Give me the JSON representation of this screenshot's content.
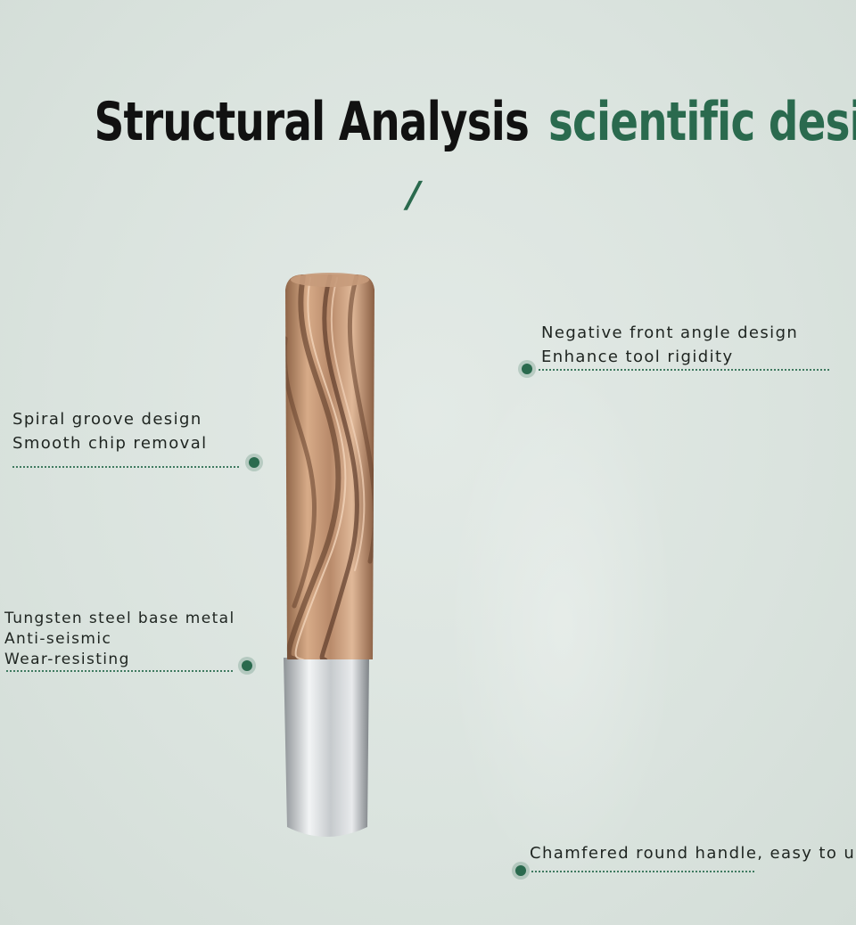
{
  "title": {
    "part1": "Structural Analysis",
    "part2": "scientific design",
    "slash": "/"
  },
  "colors": {
    "background": "#dde5e0",
    "accent_green": "#2a6a4e",
    "title_black": "#111111",
    "coating_bronze": "#b88a6a",
    "shank_silver": "#c9cdd0"
  },
  "callouts": {
    "negative_angle": {
      "line1": "Negative front angle design",
      "line2": "Enhance tool rigidity"
    },
    "spiral_groove": {
      "line1": "Spiral groove design",
      "line2": "Smooth chip removal"
    },
    "tungsten": {
      "line1": "Tungsten steel base metal",
      "line2": "Anti-seismic",
      "line3": "Wear-resisting"
    },
    "chamfered": {
      "line1": "Chamfered round handle, easy to use"
    }
  },
  "product": {
    "icon": "spiral-reamer-illustration"
  }
}
